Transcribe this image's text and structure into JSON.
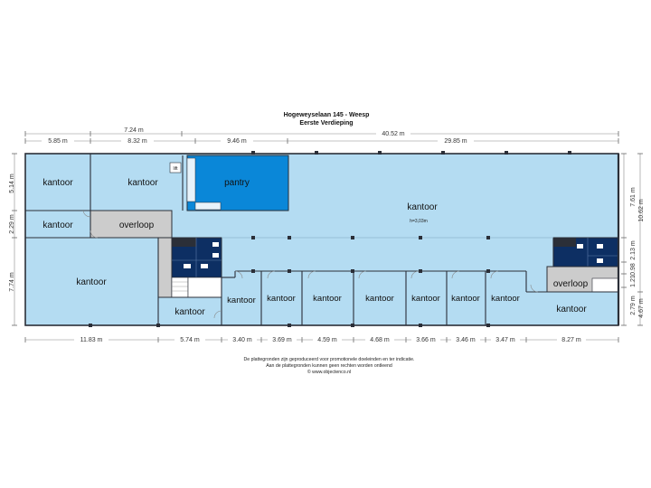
{
  "header": {
    "address": "Hogeweyselaan 145 - Weesp",
    "floor": "Eerste Verdieping"
  },
  "rooms": {
    "kantoor_nw": "kantoor",
    "kantoor_n2": "kantoor",
    "pantry": "pantry",
    "lift": "lift",
    "kantoor_main": "kantoor",
    "ceiling_height": "h=3,03m",
    "kantoor_w_small": "kantoor",
    "overloop_w": "overloop",
    "kantoor_w_large": "kantoor",
    "kantoor_s1": "kantoor",
    "kantoor_s2": "kantoor",
    "kantoor_s3": "kantoor",
    "kantoor_s4": "kantoor",
    "kantoor_s5": "kantoor",
    "kantoor_s6": "kantoor",
    "kantoor_s7": "kantoor",
    "kantoor_s8": "kantoor",
    "overloop_e": "overloop",
    "kantoor_e": "kantoor"
  },
  "dimensions": {
    "top_row1": {
      "total": "40.52 m"
    },
    "top_row2": {
      "a": "7.24 m"
    },
    "top_row3": {
      "a": "5.85 m",
      "b": "8.32 m",
      "c": "9.46 m",
      "d": "29.85 m"
    },
    "left": {
      "a": "5.14 m",
      "b": "2.29 m",
      "c": "7.74 m"
    },
    "right_outer": {
      "a": "10.62 m"
    },
    "right_inner": {
      "a": "7.61 m",
      "b": "2.13 m",
      "c": "0.98",
      "d": "1.21",
      "e": "2.79 m",
      "f": "4.67 m"
    },
    "bottom": {
      "a": "11.83 m",
      "b": "5.74 m",
      "c": "3.40 m",
      "d": "3.69 m",
      "e": "4.59 m",
      "f": "4.68 m",
      "g": "3.66 m",
      "h": "3.46 m",
      "i": "3.47 m",
      "j": "8.27 m"
    }
  },
  "footer": {
    "line1": "De plattegronden zijn geproduceerd voor promotionele doeleinden en ter indicatie.",
    "line2": "Aan de plattegronden kunnen geen rechten worden ontleend",
    "line3": "© www.objectenco.nl"
  },
  "colors": {
    "office": "#b4dcf2",
    "pantry": "#0a87d8",
    "corridor": "#cccccc",
    "sanitary": "#0d2f63",
    "wall": "#2b2f38"
  }
}
